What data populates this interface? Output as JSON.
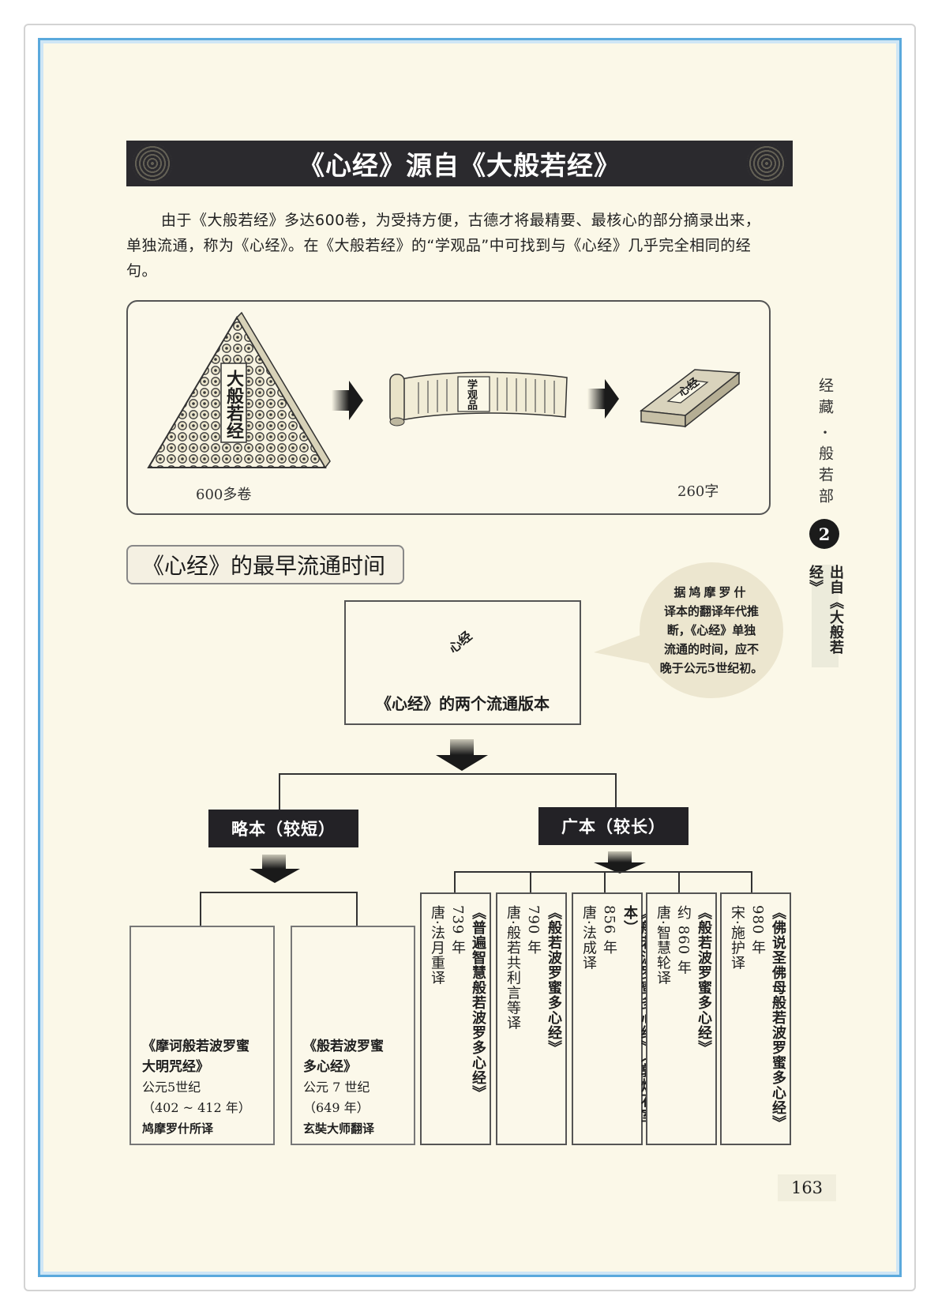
{
  "page": {
    "title": "《心经》源自《大般若经》",
    "intro": "由于《大般若经》多达600卷，为受持方便，古德才将最精要、最核心的部分摘录出来，单独流通，称为《心经》。在《大般若经》的“学观品”中可找到与《心经》几乎完全相同的经句。",
    "page_number": "163"
  },
  "illustration": {
    "pyramid_label": "大般若经",
    "scroll_label": "学观品",
    "book_label": "心经",
    "left_caption": "600多卷",
    "right_caption": "260字"
  },
  "side_nav": {
    "section": "经藏",
    "dot": "·",
    "subsection": "般若部",
    "chapter": "2",
    "tab": "出自《大般若经》"
  },
  "section": {
    "title": "《心经》的最早流通时间",
    "versions_caption": "《心经》的两个流通版本",
    "book_label": "心经",
    "note_lines": [
      "据鸠摩罗什",
      "译本的翻译年代推",
      "断，《心经》单独",
      "流通的时间，应不",
      "晚于公元5世纪初。"
    ]
  },
  "branches": {
    "short_label": "略本（较短）",
    "long_label": "广本（较长）"
  },
  "short_versions": [
    {
      "title1": "《摩诃般若波罗蜜",
      "title2": "大明咒经》",
      "era": "公元5世纪",
      "years": "（402 ~ 412 年）",
      "translator": "鸠摩罗什所译"
    },
    {
      "title1": "《般若波罗蜜",
      "title2": "多心经》",
      "era": "公元 7 世纪",
      "years": "（649 年）",
      "translator": "玄奘大师翻译"
    }
  ],
  "long_versions": [
    {
      "title": "《普遍智慧般若波罗多心经》",
      "year": "739 年",
      "translator": "唐·法月重译"
    },
    {
      "title": "《般若波罗蜜多心经》",
      "year": "790 年",
      "translator": "唐·般若共利言等译"
    },
    {
      "title": "《般若波罗蜜多心经》（敦煌石室本）",
      "year": "856 年",
      "translator": "唐·法成译"
    },
    {
      "title": "《般若波罗蜜多心经》",
      "year": "约 860 年",
      "translator": "唐·智慧轮译"
    },
    {
      "title": "《佛说圣佛母般若波罗蜜多心经》",
      "year": "980 年",
      "translator": "宋·施护译"
    }
  ],
  "colors": {
    "banner": "#2b2a2e",
    "page_bg": "#fbf8e8",
    "frame_blue": "#5aa9dc"
  }
}
